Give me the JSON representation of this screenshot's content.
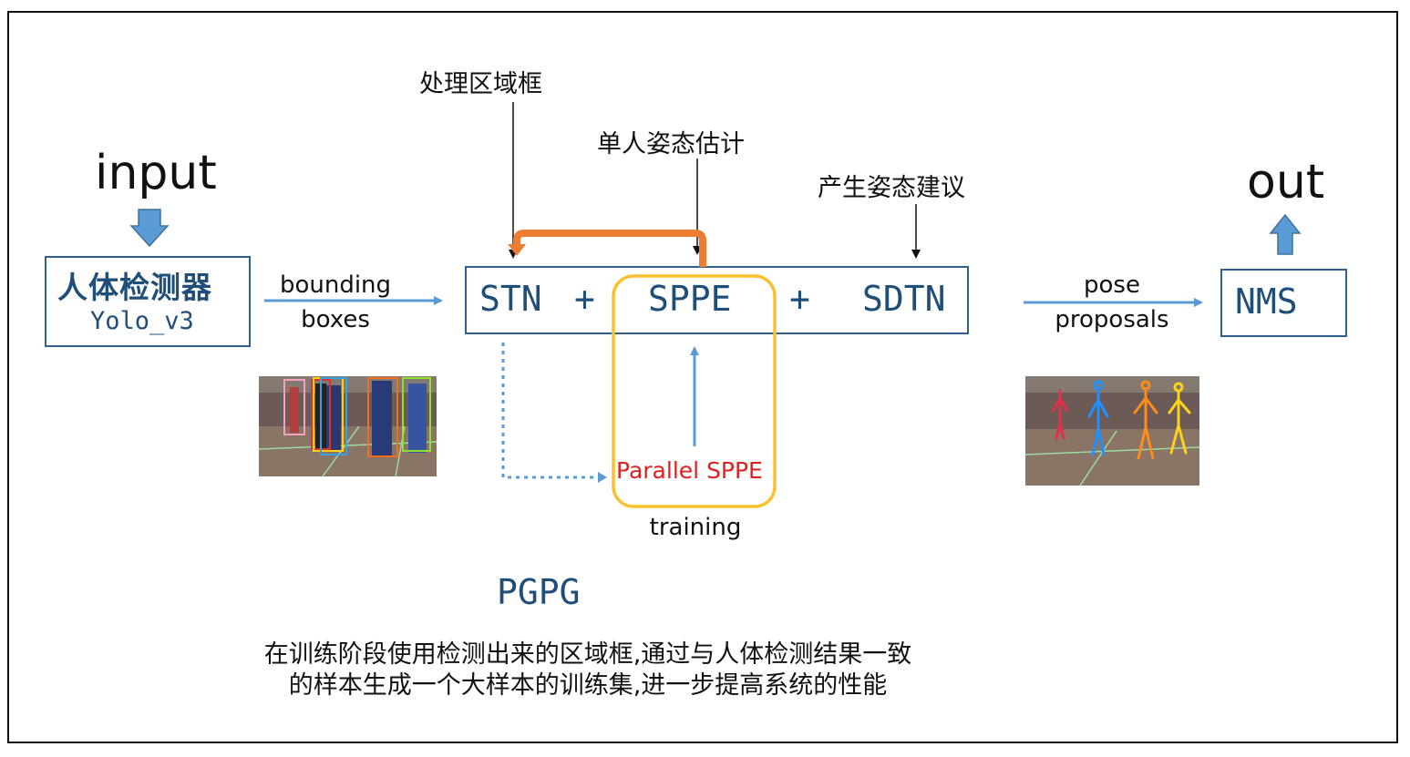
{
  "input_label": "input",
  "output_label": "out",
  "detector": {
    "title": "人体检测器",
    "model": "Yolo_v3"
  },
  "bbox_arrow": {
    "line1": "bounding",
    "line2": "boxes"
  },
  "pipeline": {
    "stn": "STN",
    "plus1": "+",
    "sppe": "SPPE",
    "plus2": "+",
    "sdtn": "SDTN"
  },
  "annotations": {
    "region": "处理区域框",
    "single_pose": "单人姿态估计",
    "pose_proposal": "产生姿态建议"
  },
  "parallel": {
    "label": "Parallel SPPE",
    "training": "training",
    "color": "#e02020"
  },
  "pose_arrow": {
    "line1": "pose",
    "line2": "proposals"
  },
  "nms": "NMS",
  "pgpg": "PGPG",
  "description": {
    "line1": "在训练阶段使用检测出来的区域框,通过与人体检测结果一致",
    "line2": "的样本生成一个大样本的训练集,进一步提高系统的性能"
  },
  "colors": {
    "arrow_blue": "#5b9bd5",
    "feedback_orange": "#ed7d31",
    "highlight_yellow": "#fbc02d",
    "box_border": "#2e5f8e",
    "mono_text": "#1f4e79"
  }
}
